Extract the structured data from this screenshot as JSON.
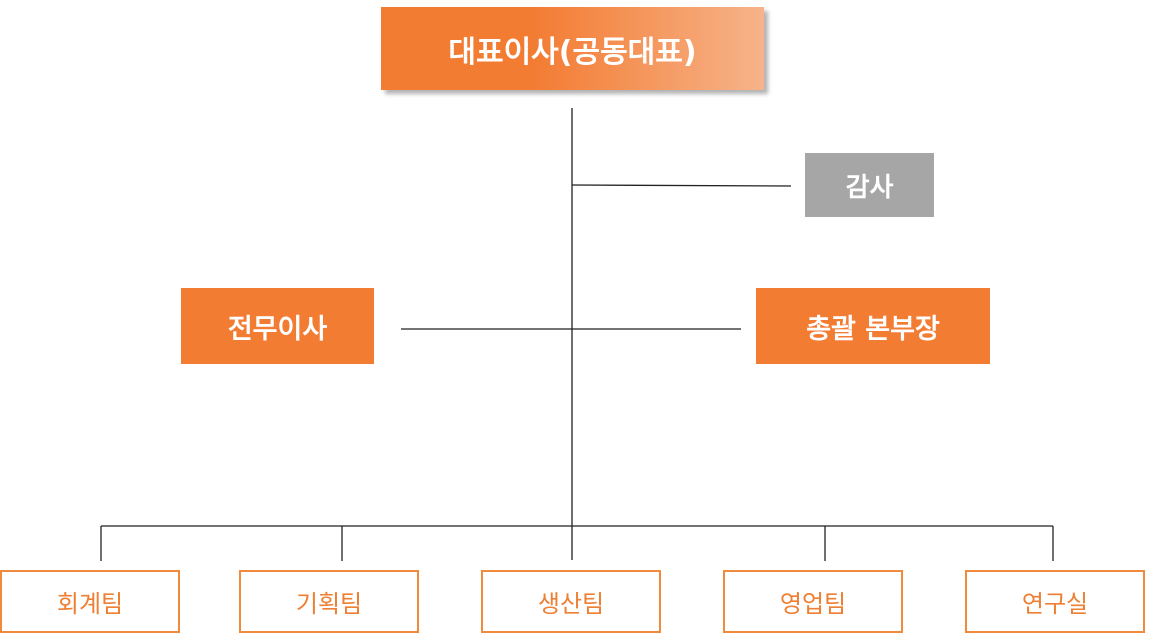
{
  "colors": {
    "orange": "#f37c33",
    "orange_light": "#f7b38a",
    "gray": "#a6a6a6",
    "team_border": "#f08a3c",
    "line": "#222222"
  },
  "org": {
    "ceo": "대표이사(공동대표)",
    "audit": "감사",
    "executive_director": "전무이사",
    "general_manager": "총괄 본부장",
    "teams": [
      "회계팀",
      "기획팀",
      "생산팀",
      "영업팀",
      "연구실"
    ]
  }
}
